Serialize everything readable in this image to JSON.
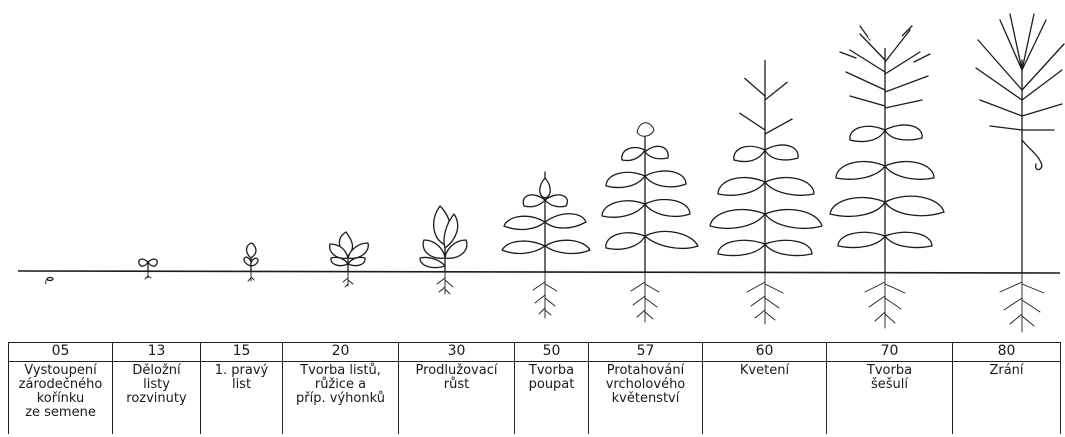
{
  "diagram": {
    "stages": [
      {
        "code": "05",
        "label": "Vystoupení\nzárodečného\nkořínku\nze semene"
      },
      {
        "code": "13",
        "label": "Děložní\nlisty\nrozvinuty"
      },
      {
        "code": "15",
        "label": "1. pravý\nlist"
      },
      {
        "code": "20",
        "label": "Tvorba listů,\nrůžice a\npříp. výhonků"
      },
      {
        "code": "30",
        "label": "Prodlužovací\nrůst"
      },
      {
        "code": "50",
        "label": "Tvorba\npoupat"
      },
      {
        "code": "57",
        "label": "Protahování\nvrcholového\nkvětenství"
      },
      {
        "code": "60",
        "label": "Kvetení"
      },
      {
        "code": "70",
        "label": "Tvorba\nšešulí"
      },
      {
        "code": "80",
        "label": "Zrání"
      }
    ]
  }
}
